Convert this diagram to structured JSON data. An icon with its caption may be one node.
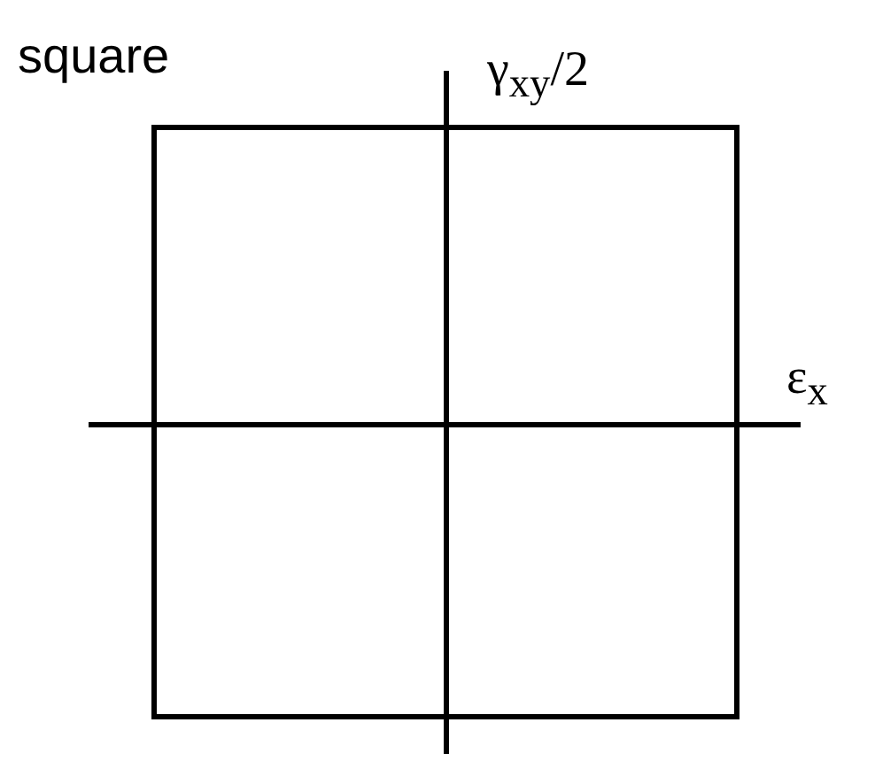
{
  "diagram": {
    "labels": [
      "square",
      "γ$_{xy}$/2",
      "ε$_{x}$"
    ]
  }
}
